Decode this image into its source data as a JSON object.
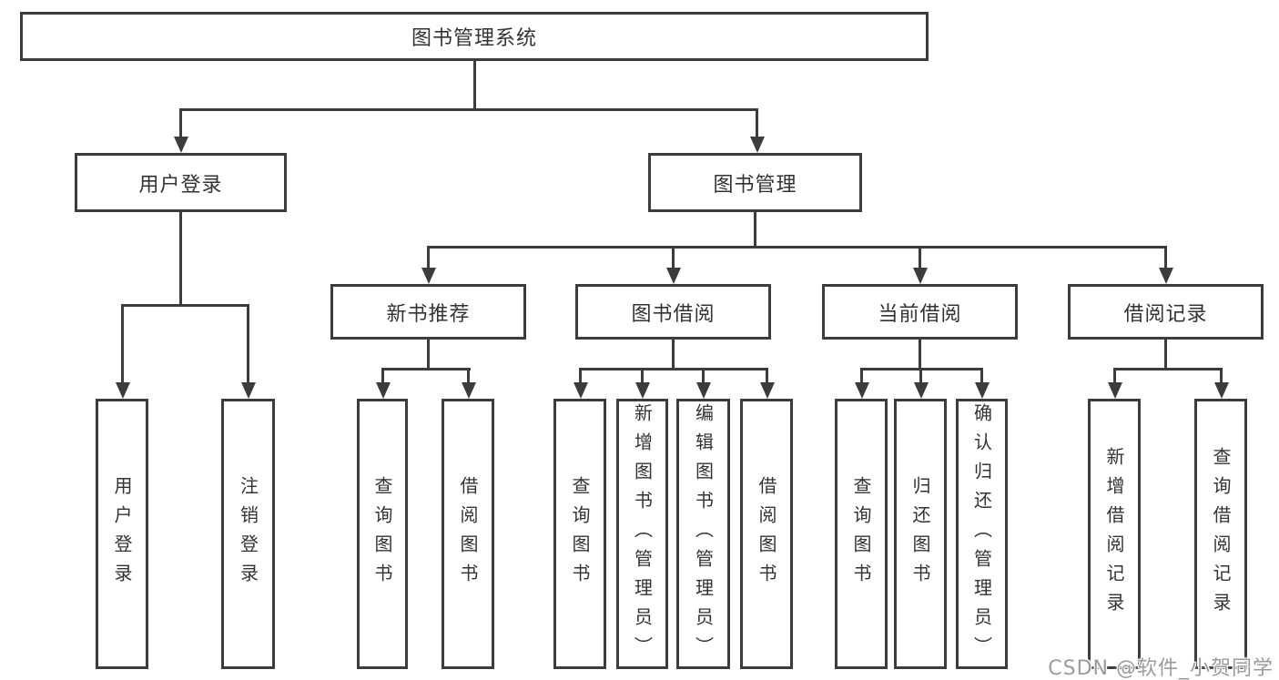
{
  "tree": {
    "label": "图书管理系统",
    "children": [
      {
        "label": "用户登录",
        "children": [
          {
            "label": "用户登录"
          },
          {
            "label": "注销登录"
          }
        ]
      },
      {
        "label": "图书管理",
        "children": [
          {
            "label": "新书推荐",
            "children": [
              {
                "label": "查询图书"
              },
              {
                "label": "借阅图书"
              }
            ]
          },
          {
            "label": "图书借阅",
            "children": [
              {
                "label": "查询图书"
              },
              {
                "label": "新增图书（管理员）"
              },
              {
                "label": "编辑图书（管理员）"
              },
              {
                "label": "借阅图书"
              }
            ]
          },
          {
            "label": "当前借阅",
            "children": [
              {
                "label": "查询图书"
              },
              {
                "label": "归还图书"
              },
              {
                "label": "确认归还（管理员）"
              }
            ]
          },
          {
            "label": "借阅记录",
            "children": [
              {
                "label": "新增借阅记录"
              },
              {
                "label": "查询借阅记录"
              }
            ]
          }
        ]
      }
    ]
  },
  "watermark": {
    "text": "CSDN @软件_小贺同学"
  },
  "colors": {
    "line": "#3c3c3c",
    "text": "#333333",
    "background": "#ffffff",
    "watermark": "#9b9b9b"
  }
}
